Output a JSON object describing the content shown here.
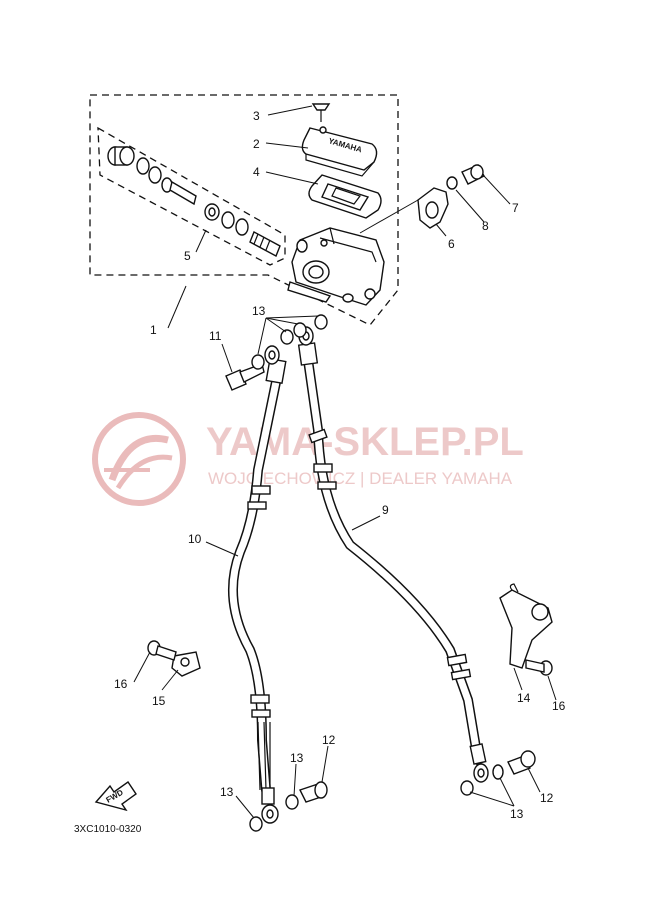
{
  "watermark": {
    "brand": "YAMA-SKLEP.PL",
    "tagline": "WOJCIECHOWICZ | DEALER YAMAHA",
    "color": "#e8b4b4"
  },
  "diagram_code": "3XC1010-0320",
  "fwd_mark": "FWD",
  "reservoir_cap_brand": "YAMAHA",
  "callouts": {
    "c1": "1",
    "c2": "2",
    "c3": "3",
    "c4": "4",
    "c5": "5",
    "c6": "6",
    "c7": "7",
    "c8": "8",
    "c9": "9",
    "c10": "10",
    "c11": "11",
    "c12a": "12",
    "c12b": "12",
    "c13a": "13",
    "c13b": "13",
    "c13c": "13",
    "c13d": "13",
    "c14": "14",
    "c15": "15",
    "c16a": "16",
    "c16b": "16"
  }
}
